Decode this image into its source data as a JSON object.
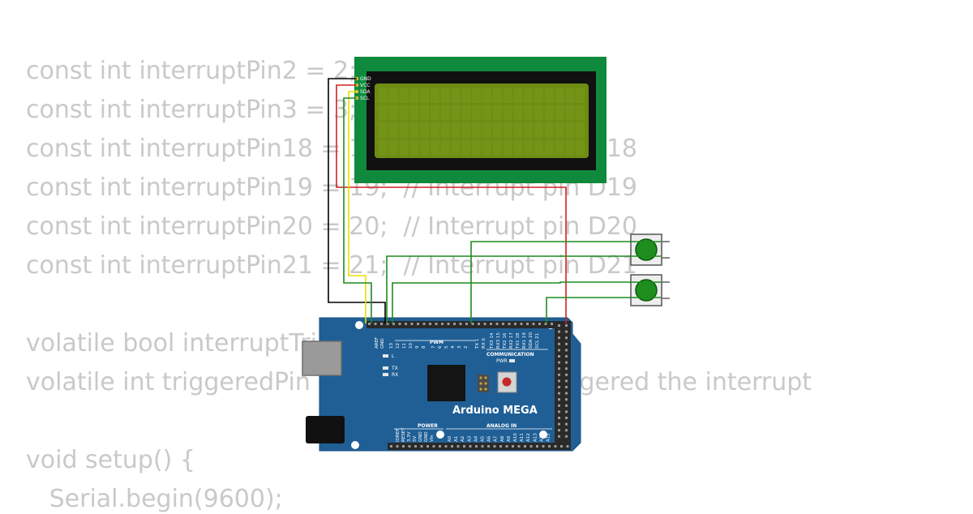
{
  "code": {
    "lines": [
      "const int interruptPin2 = 2;",
      "const int interruptPin3 = 3;",
      "const int interruptPin18 = 18;  // Interrupt pin D18",
      "const int interruptPin19 = 19;  // Interrupt pin D19",
      "const int interruptPin20 = 20;  // Interrupt pin D20",
      "const int interruptPin21 = 21;  // Interrupt pin D21",
      "",
      "volatile bool interruptTriggered = false;",
      "volatile int triggeredPin = 0;  // Which pin triggered the interrupt",
      "",
      "void setup() {",
      "   Serial.begin(9600);"
    ]
  },
  "lcd": {
    "pin_labels": [
      "GND",
      "VCC",
      "SDA",
      "SCL"
    ]
  },
  "arduino": {
    "board_name": "Arduino MEGA",
    "pwm_label": "PWM",
    "communication_label": "COMMUNICATION",
    "power_label": "POWER",
    "analog_label": "ANALOG IN",
    "led_l": "L",
    "led_tx": "TX",
    "led_rx": "RX",
    "led_pwr": "PWR",
    "top_pins": [
      "AREF",
      "GND",
      "13",
      "12",
      "11",
      "10",
      "9",
      "8",
      "7",
      "6",
      "5",
      "4",
      "3",
      "2",
      "TX 1",
      "RX 0",
      "TX3 14",
      "RX3 15",
      "TX2 16",
      "RX2 17",
      "TX1 18",
      "RX1 19",
      "SDA 20",
      "SCL 21"
    ],
    "power_pins": [
      "IOREF",
      "RESET",
      "3.3V",
      "5V",
      "GND",
      "GND",
      "Vin"
    ],
    "analog_pins": [
      "A0",
      "A1",
      "A2",
      "A3",
      "A4",
      "A5",
      "A6",
      "A7",
      "A8",
      "A9",
      "A10",
      "A11",
      "A12",
      "A13",
      "A14",
      "A15"
    ]
  },
  "buttons": [
    {
      "color": "#1e8f1e"
    },
    {
      "color": "#1e8f1e"
    }
  ],
  "wire_colors": {
    "gnd": "#000000",
    "vcc": "#d42020",
    "sda": "#e8e000",
    "scl": "#1f8a1f"
  }
}
